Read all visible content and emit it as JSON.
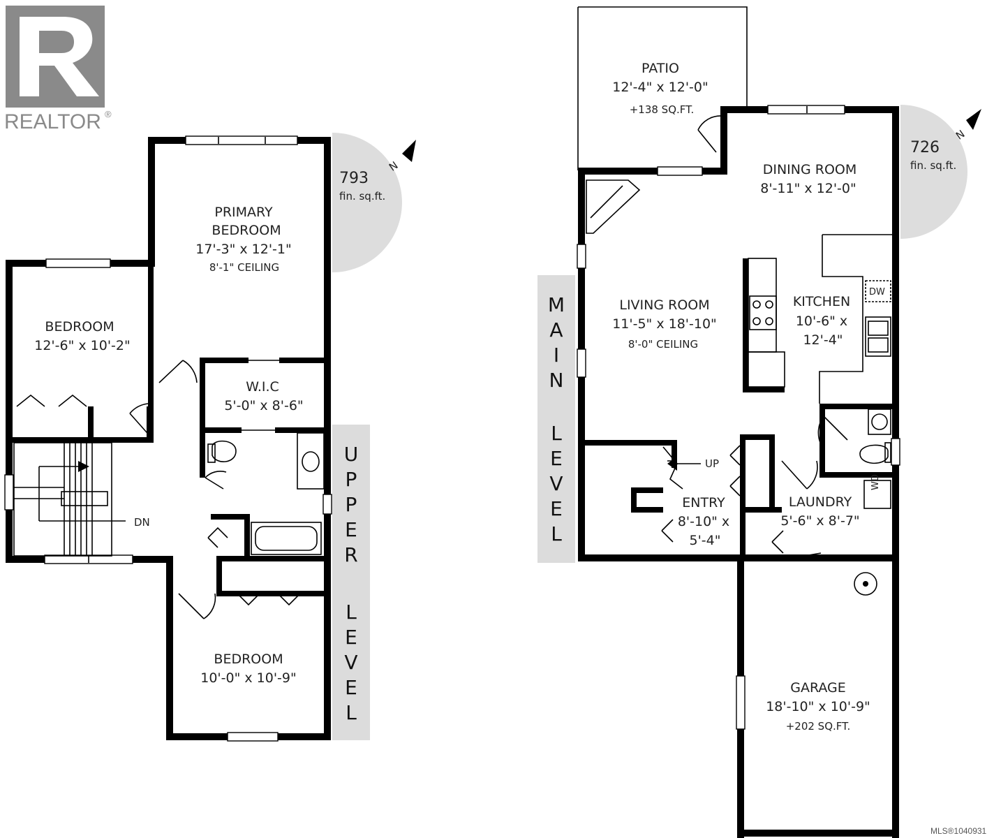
{
  "brand": {
    "logo_text": "REALTOR",
    "reg_mark": "®"
  },
  "upper_level": {
    "level_letters": [
      "U",
      "P",
      "P",
      "E",
      "R",
      "L",
      "E",
      "V",
      "E",
      "L"
    ],
    "area": {
      "value": "793",
      "unit": "fin. sq.ft.",
      "north": "N"
    },
    "rooms": {
      "primary": [
        "PRIMARY",
        "BEDROOM",
        "17'-3\" x 12'-1\"",
        "8'-1\" CEILING"
      ],
      "bedroom_left": [
        "BEDROOM",
        "12'-6\" x 10'-2\""
      ],
      "wic": [
        "W.I.C",
        "5'-0\" x 8'-6\""
      ],
      "bedroom_bottom": [
        "BEDROOM",
        "10'-0\" x 10'-9\""
      ]
    },
    "stair_label": "DN"
  },
  "main_level": {
    "level_letters": [
      "M",
      "A",
      "I",
      "N",
      "L",
      "E",
      "V",
      "E",
      "L"
    ],
    "area": {
      "value": "726",
      "unit": "fin. sq.ft.",
      "north": "N"
    },
    "rooms": {
      "patio": [
        "PATIO",
        "12'-4\" x 12'-0\"",
        "+138 SQ.FT."
      ],
      "dining": [
        "DINING ROOM",
        "8'-11\" x 12'-0\""
      ],
      "living": [
        "LIVING ROOM",
        "11'-5\" x 18'-10\"",
        "8'-0\" CEILING"
      ],
      "kitchen": [
        "KITCHEN",
        "10'-6\" x",
        "12'-4\""
      ],
      "entry": [
        "ENTRY",
        "8'-10\" x",
        "5'-4\""
      ],
      "laundry": [
        "LAUNDRY",
        "5'-6\" x 8'-7\""
      ],
      "garage": [
        "GARAGE",
        "18'-10\" x 10'-9\"",
        "+202 SQ.FT."
      ]
    },
    "stair_label": "UP",
    "appliances": {
      "dishwasher": "DW",
      "washer_dryer": "WD"
    }
  },
  "mls": "MLS®1040931",
  "colors": {
    "wall": "#000000",
    "level_band": "#dcdcdc",
    "compass": "#dddddd"
  }
}
